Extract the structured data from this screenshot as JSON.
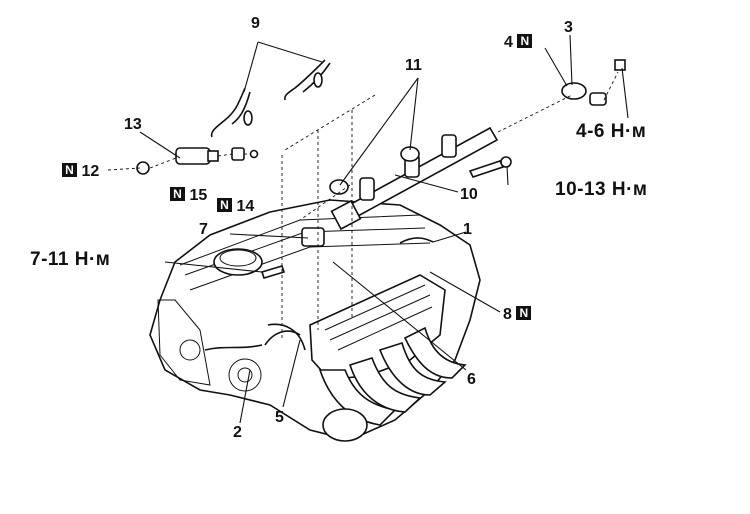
{
  "callouts": {
    "c1": "1",
    "c2": "2",
    "c3": "3",
    "c4": "4",
    "c5": "5",
    "c6": "6",
    "c7": "7",
    "c8": "8",
    "c9": "9",
    "c10": "10",
    "c11": "11",
    "c12": "12",
    "c13": "13",
    "c14": "14",
    "c15": "15"
  },
  "badge_text": "N",
  "torques": {
    "t1": "4-6 Н·м",
    "t2": "10-13 Н·м",
    "t3": "7-11 Н·м"
  }
}
